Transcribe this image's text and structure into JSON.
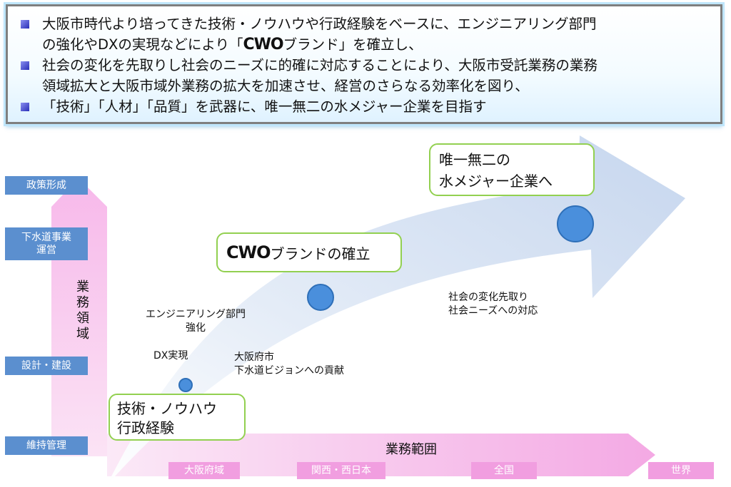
{
  "summary": {
    "line1": "大阪市時代より培ってきた技術・ノウハウや行政経験をベースに、エンジニアリング部門",
    "line2a": "の強化やDXの実現などにより「",
    "line2brand": "CWO",
    "line2b": "ブランド」を確立し、",
    "line3": "社会の変化を先取りし社会のニーズに的確に対応することにより、大阪市受託業務の業務",
    "line4": "領域拡大と大阪市域外業務の拡大を加速させ、経営のさらなる効率化を図り、",
    "line5": "「技術」「人材」「品質」を武器に、唯一無二の水メジャー企業を目指す"
  },
  "y_axis": {
    "title": "業務領域",
    "levels": [
      "政策形成",
      "下水道事業\n運営",
      "設計・建設",
      "維持管理"
    ]
  },
  "x_axis": {
    "title": "業務範囲",
    "levels": [
      "大阪府域",
      "関西・西日本",
      "全国",
      "世界"
    ]
  },
  "milestones": {
    "start": "技術・ノウハウ\n行政経験",
    "brand_logo": "CWO",
    "brand_text": "ブランドの確立",
    "goal": "唯一無二の\n水メジャー企業へ"
  },
  "notes": {
    "engineering": "エンジニアリング部門\n強化",
    "dx": "DX実現",
    "vision": "大阪府市\n下水道ビジョンへの貢献",
    "society": "社会の変化先取り\n社会ニーズへの対応"
  },
  "colors": {
    "label_blue": "#5b8fcf",
    "chip_pink": "#f19ee0",
    "box_green": "#92d050",
    "circle_blue": "#4a8fdc"
  }
}
